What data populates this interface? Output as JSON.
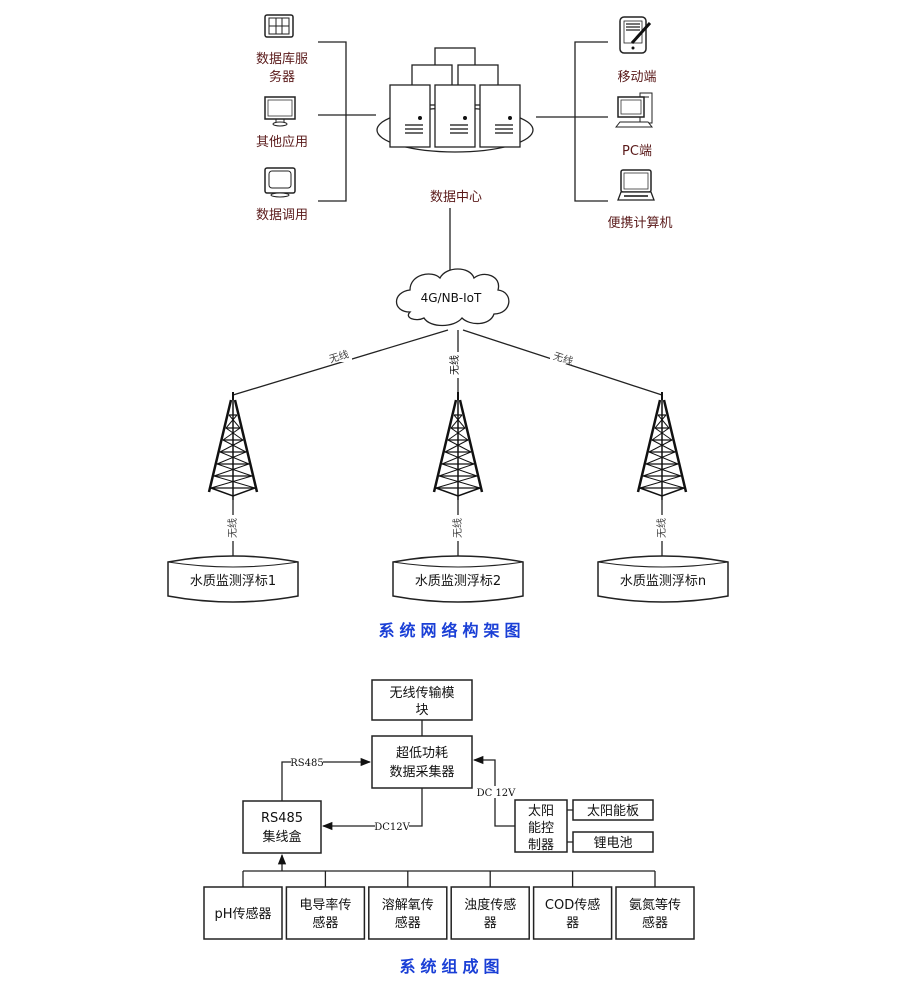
{
  "network": {
    "left_clients": [
      {
        "icon": "database-server-icon",
        "label_lines": [
          "数据库服",
          "务器"
        ]
      },
      {
        "icon": "monitor-icon",
        "label_lines": [
          "其他应用"
        ]
      },
      {
        "icon": "crt-monitor-icon",
        "label_lines": [
          "数据调用"
        ]
      }
    ],
    "right_clients": [
      {
        "icon": "pda-icon",
        "label_lines": [
          "移动端"
        ]
      },
      {
        "icon": "desktop-pc-icon",
        "label_lines": [
          "PC端"
        ]
      },
      {
        "icon": "laptop-icon",
        "label_lines": [
          "便携计算机"
        ]
      }
    ],
    "data_center_label": "数据中心",
    "cloud_label": "4G/NB-IoT",
    "link_label": "无线",
    "buoys": [
      "水质监测浮标1",
      "水质监测浮标2",
      "水质监测浮标n"
    ],
    "caption": "系统网络构架图"
  },
  "composition": {
    "wireless_module": [
      "无线传输模",
      "块"
    ],
    "collector": [
      "超低功耗",
      "数据采集器"
    ],
    "hub": [
      "RS485",
      "集线盒"
    ],
    "solar_controller": [
      "太阳",
      "能控",
      "制器"
    ],
    "solar_panel": "太阳能板",
    "battery": "锂电池",
    "link_rs485": "RS485",
    "link_dc12v_hub": "DC12V",
    "link_dc12v_solar": "DC 12V",
    "sensors": [
      [
        "pH传感器"
      ],
      [
        "电导率传",
        "感器"
      ],
      [
        "溶解氧传",
        "感器"
      ],
      [
        "浊度传感",
        "器"
      ],
      [
        "COD传感",
        "器"
      ],
      [
        "氨氮等传",
        "感器"
      ]
    ],
    "caption": "系统组成图"
  }
}
